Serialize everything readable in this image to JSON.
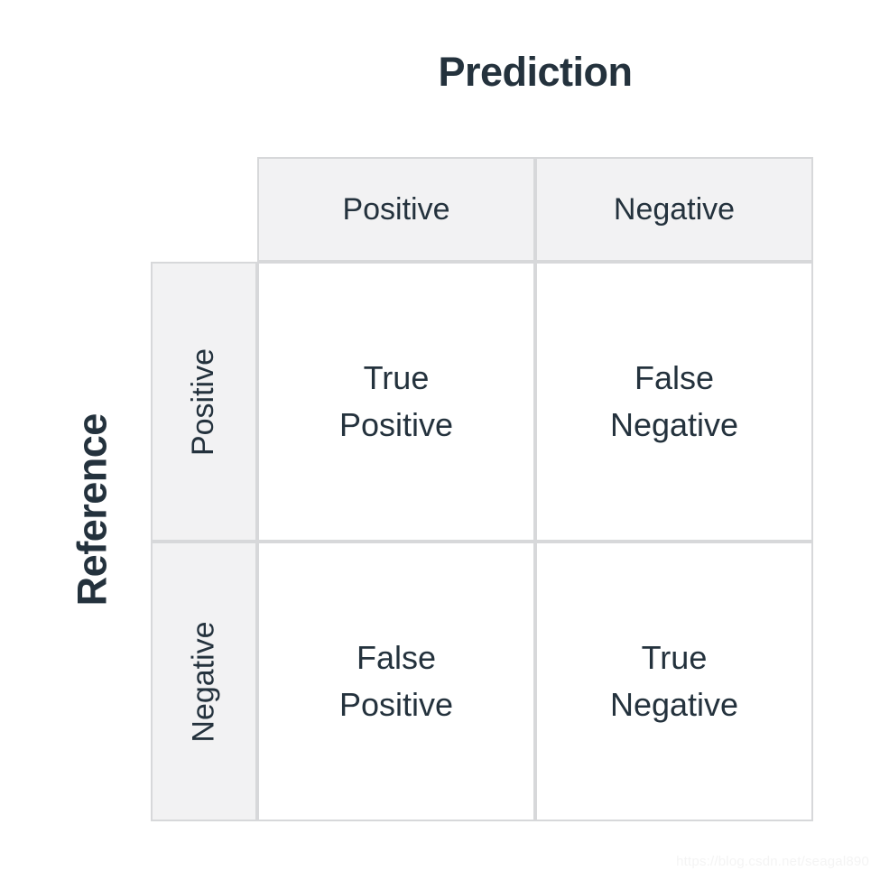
{
  "diagram": {
    "type": "confusion-matrix",
    "column_axis_title": "Prediction",
    "row_axis_title": "Reference",
    "column_headers": [
      "Positive",
      "Negative"
    ],
    "row_headers": [
      "Positive",
      "Negative"
    ],
    "cells": [
      {
        "row": "Positive",
        "column": "Positive",
        "line1": "True",
        "line2": "Positive"
      },
      {
        "row": "Positive",
        "column": "Negative",
        "line1": "False",
        "line2": "Negative"
      },
      {
        "row": "Negative",
        "column": "Positive",
        "line1": "False",
        "line2": "Positive"
      },
      {
        "row": "Negative",
        "column": "Negative",
        "line1": "True",
        "line2": "Negative"
      }
    ]
  },
  "watermark": {
    "text": "https://blog.csdn.net/seagal890"
  },
  "colors": {
    "page_background": "#ffffff",
    "header_cell_background": "#f2f2f3",
    "body_cell_background": "#ffffff",
    "border": "#d7d8da",
    "text": "#24323d",
    "watermark_text": "#f4f4f4"
  }
}
